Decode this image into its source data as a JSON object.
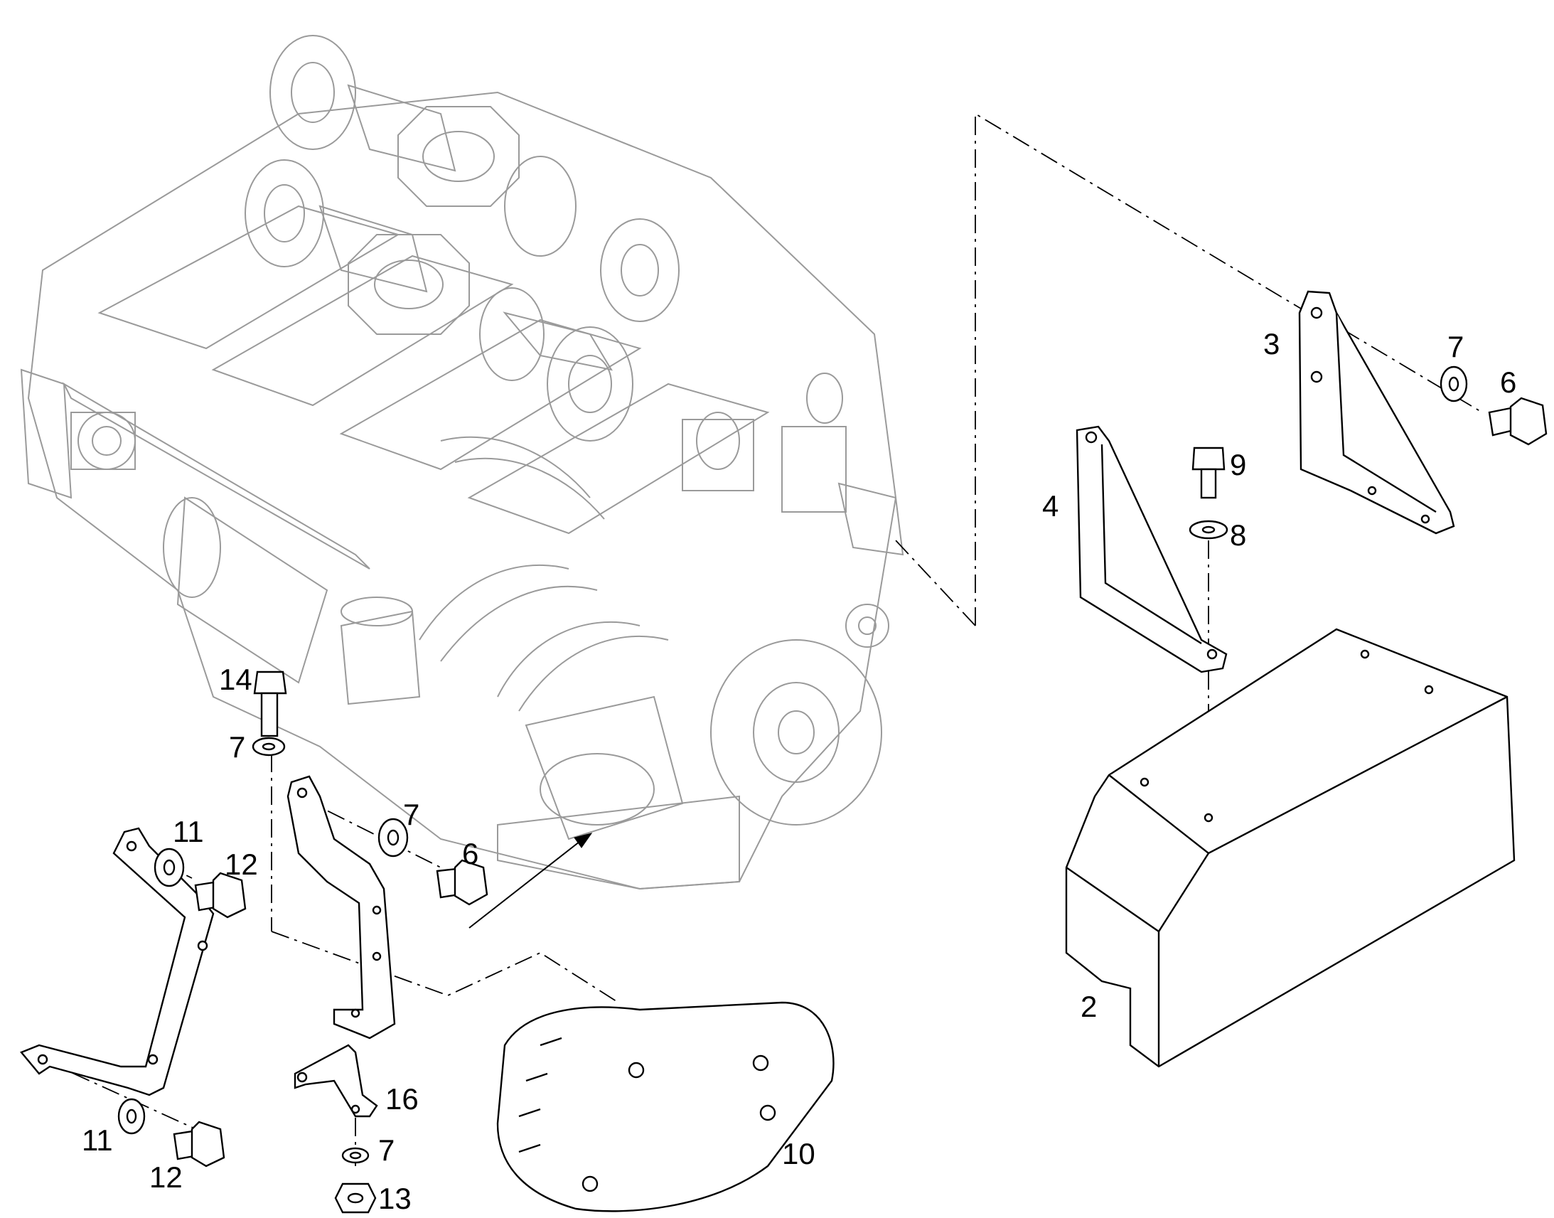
{
  "callouts": {
    "c2": "2",
    "c3": "3",
    "c4": "4",
    "c6a": "6",
    "c6b": "6",
    "c7a": "7",
    "c7b": "7",
    "c7c": "7",
    "c7d": "7",
    "c8": "8",
    "c9": "9",
    "c10": "10",
    "c11a": "11",
    "c11b": "11",
    "c12a": "12",
    "c12b": "12",
    "c13": "13",
    "c14": "14",
    "c16": "16"
  },
  "colors": {
    "engine_line": "#9a9a9a",
    "part_line": "#000000",
    "background": "#ffffff"
  }
}
